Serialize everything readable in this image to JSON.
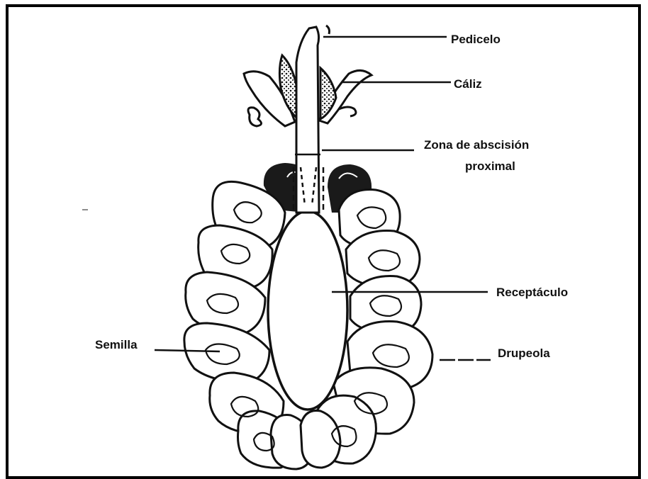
{
  "labels": {
    "pedicelo": "Pedicelo",
    "caliz": "Cáliz",
    "zona_line1": "Zona de abscisión",
    "zona_line2": "proximal",
    "receptaculo": "Receptáculo",
    "semilla": "Semilla",
    "drupeola": "Drupeola"
  },
  "colors": {
    "ink": "#111111",
    "paper": "#ffffff",
    "dark_fill": "#1a1a1a"
  }
}
